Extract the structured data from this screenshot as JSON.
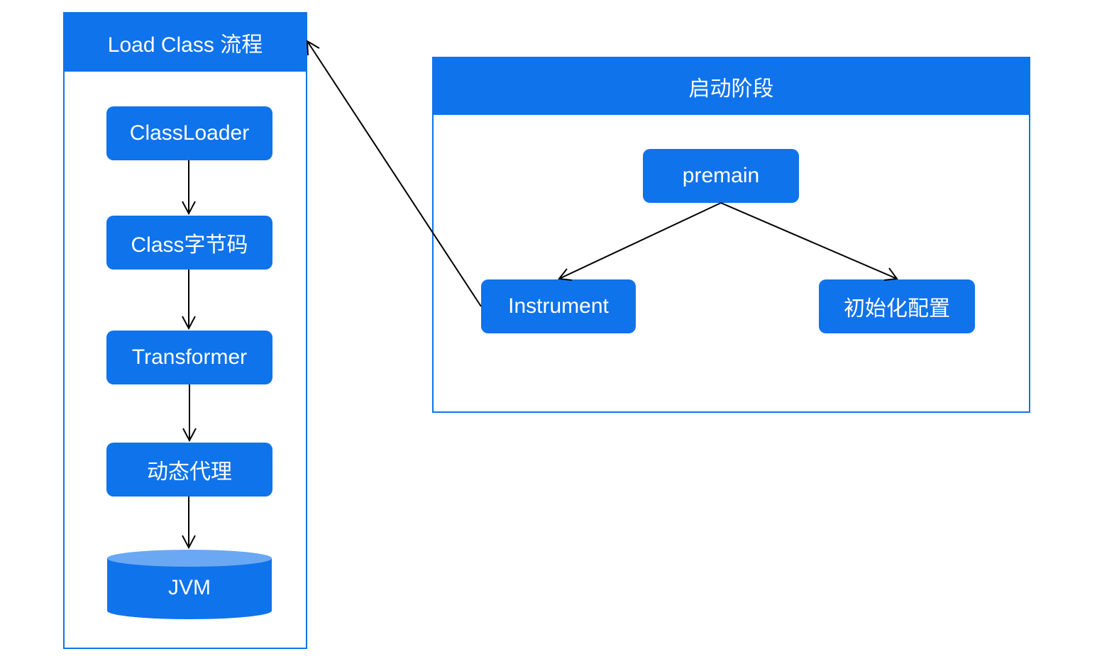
{
  "colors": {
    "accent": "#0f73eb",
    "container_border": "#1373e6",
    "cylinder_top": "#6aa8f3",
    "edge": "#000000",
    "text_on_accent": "#ffffff"
  },
  "load_class_panel": {
    "title": "Load Class 流程",
    "steps": [
      "ClassLoader",
      "Class字节码",
      "Transformer",
      "动态代理"
    ],
    "storage": "JVM"
  },
  "startup_panel": {
    "title": "启动阶段",
    "root": "premain",
    "children": [
      "Instrument",
      "初始化配置"
    ]
  },
  "edges": [
    {
      "from": "ClassLoader",
      "to": "Class字节码"
    },
    {
      "from": "Class字节码",
      "to": "Transformer"
    },
    {
      "from": "Transformer",
      "to": "动态代理"
    },
    {
      "from": "动态代理",
      "to": "JVM"
    },
    {
      "from": "premain",
      "to": "Instrument"
    },
    {
      "from": "premain",
      "to": "初始化配置"
    },
    {
      "from": "Instrument",
      "to": "Load Class 流程"
    }
  ]
}
